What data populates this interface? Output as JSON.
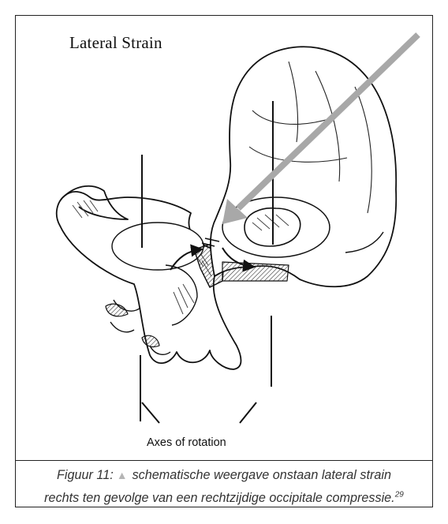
{
  "figure": {
    "title": "Lateral Strain",
    "axes_label": "Axes of rotation",
    "caption": {
      "label": "Figuur 11:",
      "marker_icon": "triangle-marker-icon",
      "line1_rest": "schematische weergave onstaan lateral strain",
      "line2": "rechts ten gevolge van een rechtzijdige occipitale compressie.",
      "reference": "29"
    },
    "colors": {
      "line": "#111111",
      "force_arrow": "#a8a8a8",
      "shading": "#555555",
      "marker": "#b5b5b5"
    }
  }
}
